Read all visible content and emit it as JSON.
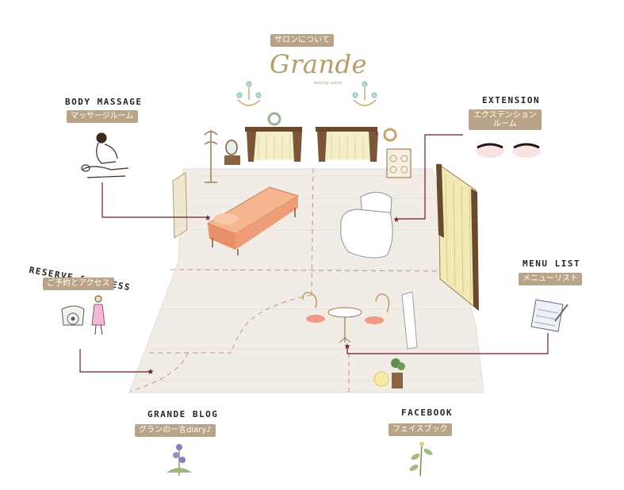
{
  "logo": {
    "name": "Grande",
    "subtitle": "beauty salon"
  },
  "nav": {
    "salon": {
      "tag": "サロンについて"
    },
    "body_massage": {
      "title": "BODY MASSAGE",
      "tag": "マッサージルーム"
    },
    "extension": {
      "title": "EXTENSION",
      "tag_line1": "エクステンション",
      "tag_line2": "ルーム"
    },
    "reserve": {
      "title": "RESERVE & ACCESS",
      "tag": "ご予約とアクセス"
    },
    "menu": {
      "title": "MENU LIST",
      "tag": "メニューリスト"
    },
    "blog": {
      "title": "GRANDE BLOG",
      "tag": "グランの一言diary♪"
    },
    "facebook": {
      "title": "FACEBOOK",
      "tag": "フェイスブック"
    }
  },
  "colors": {
    "tag_bg": "#b9a489",
    "connector": "#6a1d2c",
    "logo_gold": "#b69c67",
    "floor": "#f1ece6",
    "curtain": "#f3e9b5",
    "sofa": "#f0a37b"
  }
}
